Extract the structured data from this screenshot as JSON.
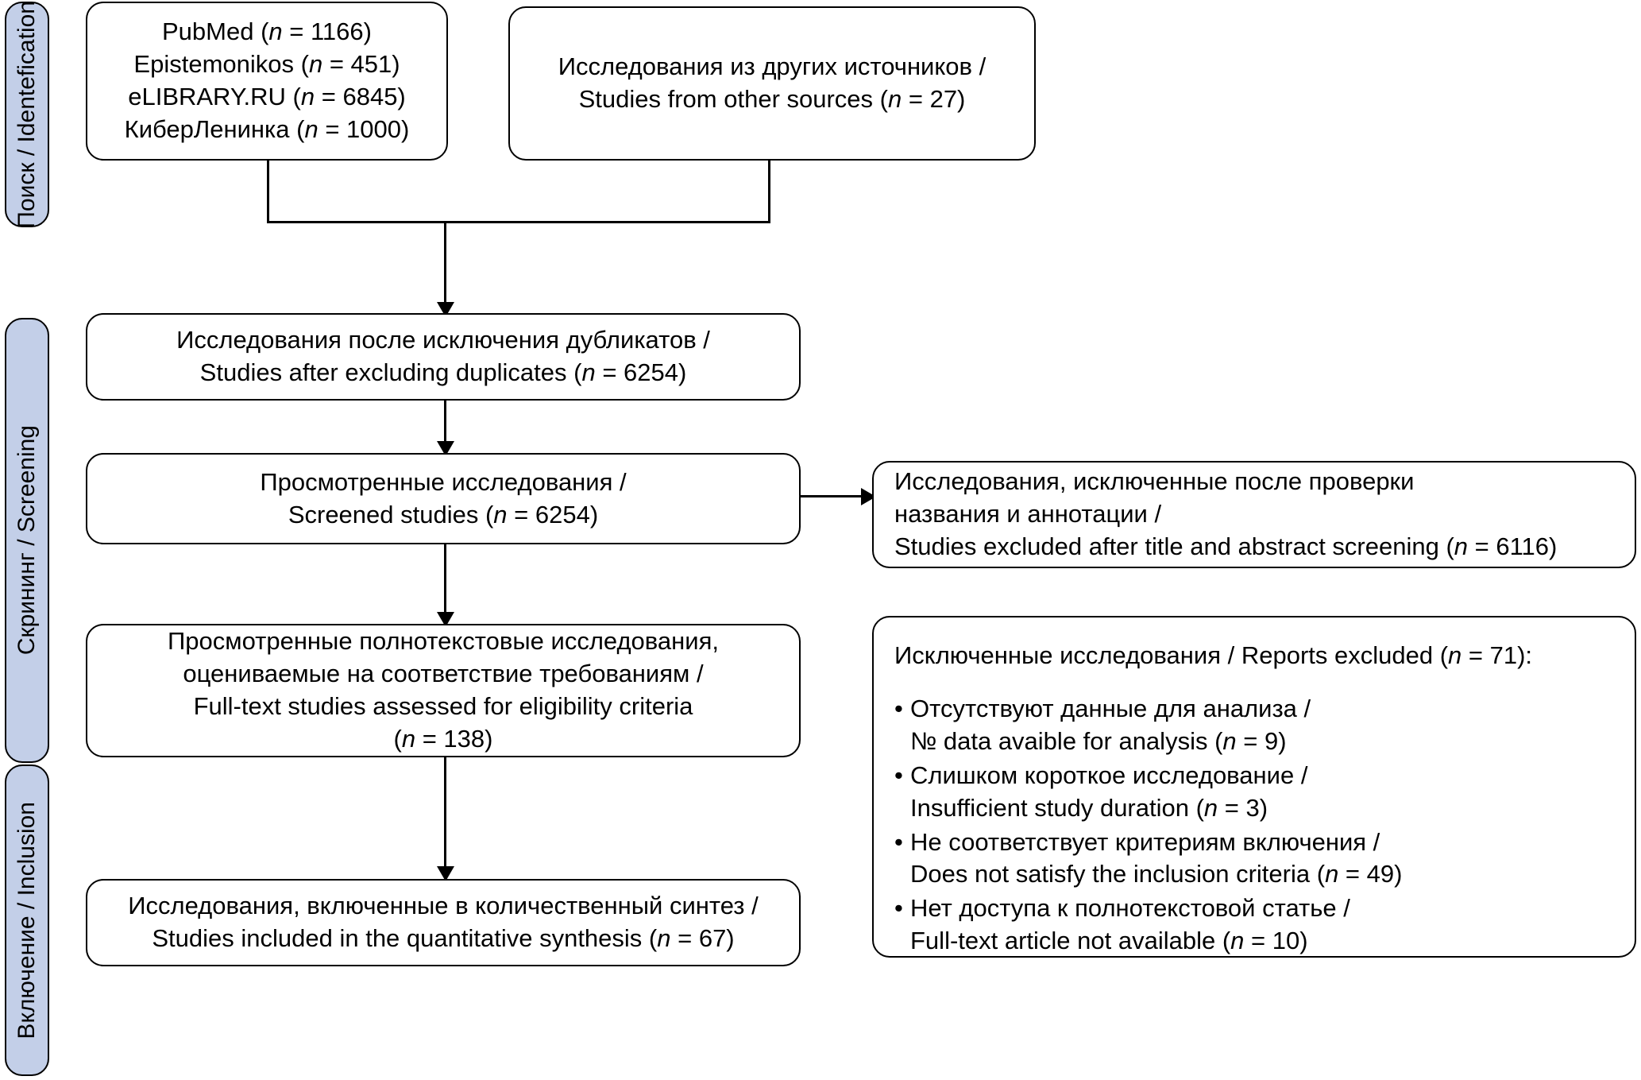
{
  "diagram": {
    "type": "prisma-flow-diagram",
    "title": "PRISMA flow diagram (Russian / English)",
    "colors": {
      "phase_bar_fill": "#c3cfe8",
      "box_fill": "#ffffff",
      "stroke": "#000000"
    }
  },
  "phases": [
    {
      "id": "identification",
      "label": "Поиск / Identefication"
    },
    {
      "id": "screening",
      "label": "Скрининг / Screening"
    },
    {
      "id": "inclusion",
      "label": "Включение / Inclusion"
    }
  ],
  "boxes": {
    "sources": {
      "lines": [
        "PubMed (n = 1166)",
        "Epistemonikos (n = 451)",
        "eLIBRARY.RU (n = 6845)",
        "КиберЛенинка (n = 1000)"
      ]
    },
    "other_sources": {
      "lines": [
        "Исследования из других источников /",
        "Studies from other sources (n = 27)"
      ]
    },
    "after_duplicates": {
      "lines": [
        "Исследования после исключения дубликатов /",
        "Studies after excluding duplicates (n = 6254)"
      ]
    },
    "screened": {
      "lines": [
        "Просмотренные исследования /",
        "Screened studies (n = 6254)"
      ]
    },
    "excluded_screening": {
      "lines": [
        "Исследования, исключенные после проверки",
        "названия и аннотации /",
        "Studies excluded after title and abstract screening (n = 6116)"
      ]
    },
    "fulltext_assessed": {
      "lines": [
        "Просмотренные полнотекстовые исследования,",
        "оцениваемые на соответствие требованиям /",
        "Full-text studies assessed for eligibility criteria",
        "(n = 138)"
      ]
    },
    "reports_excluded": {
      "heading": "Исключенные исследования / Reports excluded (n = 71):",
      "bullet": "•",
      "items": [
        {
          "ru": "Отсутствуют данные для анализа /",
          "en": "№ data avaible for analysis (n = 9)"
        },
        {
          "ru": "Слишком короткое исследование /",
          "en": "Insufficient study duration (n = 3)"
        },
        {
          "ru": "Не соответствует критериям включения /",
          "en": "Does not satisfy the inclusion criteria (n = 49)"
        },
        {
          "ru": "Нет доступа к полнотекстовой статье /",
          "en": "Full-text article not available (n = 10)"
        }
      ]
    },
    "included": {
      "lines": [
        "Исследования, включенные в количественный синтез /",
        "Studies included in the quantitative synthesis (n = 67)"
      ]
    }
  },
  "counts": {
    "pubmed": 1166,
    "epistemonikos": 451,
    "elibrary": 6845,
    "cyberleninka": 1000,
    "other_sources": 27,
    "after_duplicates": 6254,
    "screened": 6254,
    "excluded_title_abstract": 6116,
    "fulltext_assessed": 138,
    "reports_excluded_total": 71,
    "no_data_for_analysis": 9,
    "insufficient_duration": 3,
    "not_meeting_inclusion": 49,
    "fulltext_unavailable": 10,
    "included_quantitative": 67
  }
}
